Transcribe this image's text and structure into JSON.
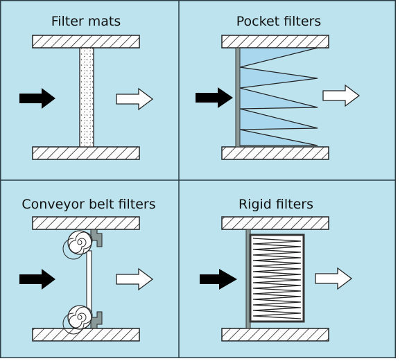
{
  "diagram": {
    "panels": [
      {
        "title": "Filter mats"
      },
      {
        "title": "Pocket filters"
      },
      {
        "title": "Conveyor belt filters"
      },
      {
        "title": "Rigid filters"
      }
    ],
    "colors": {
      "background": "#bde4ee",
      "border": "#2a3c44",
      "wall": "#ffffff",
      "hatch": "#222222",
      "arrow_in": "#000000",
      "arrow_out": "#ffffff",
      "pocket_fill": "#a9d7ee",
      "frame": "#8a9a98"
    }
  }
}
